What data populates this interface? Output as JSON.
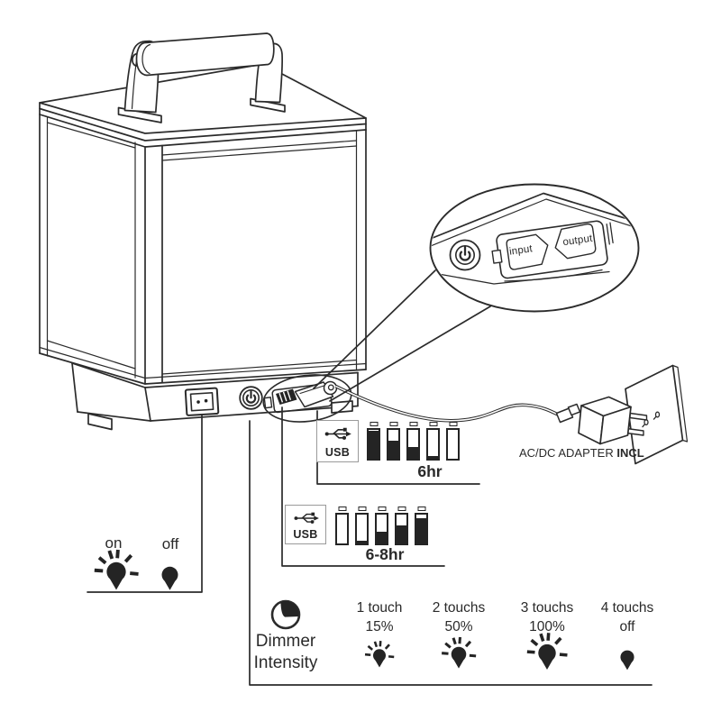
{
  "colors": {
    "background": "#ffffff",
    "line": "#2b2b2b",
    "fill_dark": "#242424",
    "usb_box_border": "#9a9a9a"
  },
  "onoff": {
    "on_label": "on",
    "off_label": "off",
    "on_icon": "bulb-on-icon",
    "off_icon": "bulb-off-icon"
  },
  "callout": {
    "power_button_icon": "power-icon",
    "input_port_label": "input",
    "output_port_label": "output"
  },
  "usb_panels": [
    {
      "icon": "usb-icon",
      "label": "USB",
      "duration": "6hr",
      "battery_levels_pct": [
        96,
        62,
        42,
        10,
        0
      ]
    },
    {
      "icon": "usb-icon",
      "label": "USB",
      "duration": "6-8hr",
      "battery_levels_pct": [
        0,
        10,
        42,
        62,
        88
      ]
    }
  ],
  "adapter": {
    "label": "AC/DC ADAPTER",
    "label_bold": "INCL"
  },
  "dimmer": {
    "icon": "dimmer-icon",
    "title_line1": "Dimmer",
    "title_line2": "Intensity",
    "levels": [
      {
        "label": "1 touch",
        "value": "15%",
        "icon": "bulb-on-icon"
      },
      {
        "label": "2 touchs",
        "value": "50%",
        "icon": "bulb-on-icon"
      },
      {
        "label": "3 touchs",
        "value": "100%",
        "icon": "bulb-on-icon"
      },
      {
        "label": "4 touchs",
        "value": "off",
        "icon": "bulb-off-icon"
      }
    ]
  }
}
